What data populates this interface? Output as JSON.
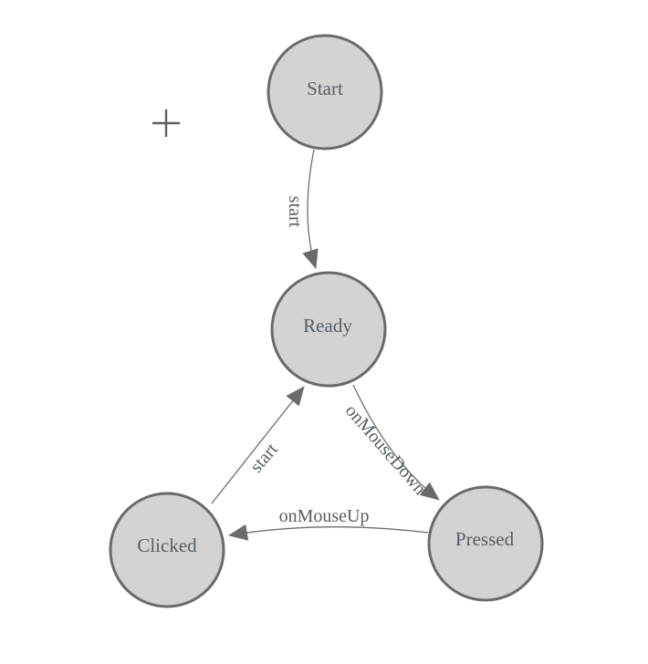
{
  "diagram": {
    "type": "state-machine",
    "nodes": [
      {
        "id": "start",
        "label": "Start"
      },
      {
        "id": "ready",
        "label": "Ready"
      },
      {
        "id": "clicked",
        "label": "Clicked"
      },
      {
        "id": "pressed",
        "label": "Pressed"
      }
    ],
    "edges": [
      {
        "from": "Start",
        "to": "Ready",
        "label": "start"
      },
      {
        "from": "Clicked",
        "to": "Ready",
        "label": "start"
      },
      {
        "from": "Ready",
        "to": "Pressed",
        "label": "onMouseDown"
      },
      {
        "from": "Pressed",
        "to": "Clicked",
        "label": "onMouseUp"
      }
    ],
    "cursor": {
      "name": "plus-crosshair"
    },
    "colors": {
      "node_fill": "#d3d3d3",
      "node_stroke": "#6a6a6a",
      "edge_stroke": "#6e6e6e",
      "arrow_fill": "#6a6a6a",
      "label_text": "#555e66",
      "crosshair": "#5f5f5f",
      "background": "#ffffff"
    }
  }
}
